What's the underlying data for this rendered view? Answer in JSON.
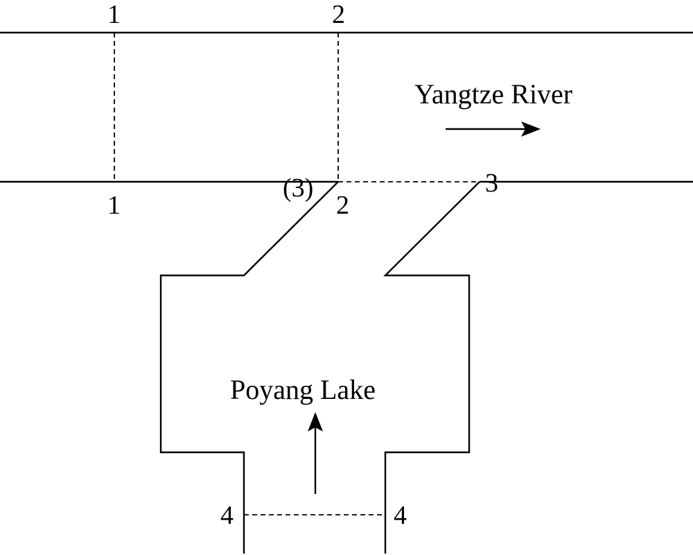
{
  "labels": {
    "river": "Yangtze River",
    "lake": "Poyang Lake"
  },
  "sections": {
    "s1_top": "1",
    "s1_bottom": "1",
    "s2_top": "2",
    "s2_bottom": "2",
    "s3_marker": "(3)",
    "s3_right": "3",
    "s4_left": "4",
    "s4_right": "4"
  },
  "colors": {
    "line": "#000000",
    "background": "#ffffff"
  }
}
